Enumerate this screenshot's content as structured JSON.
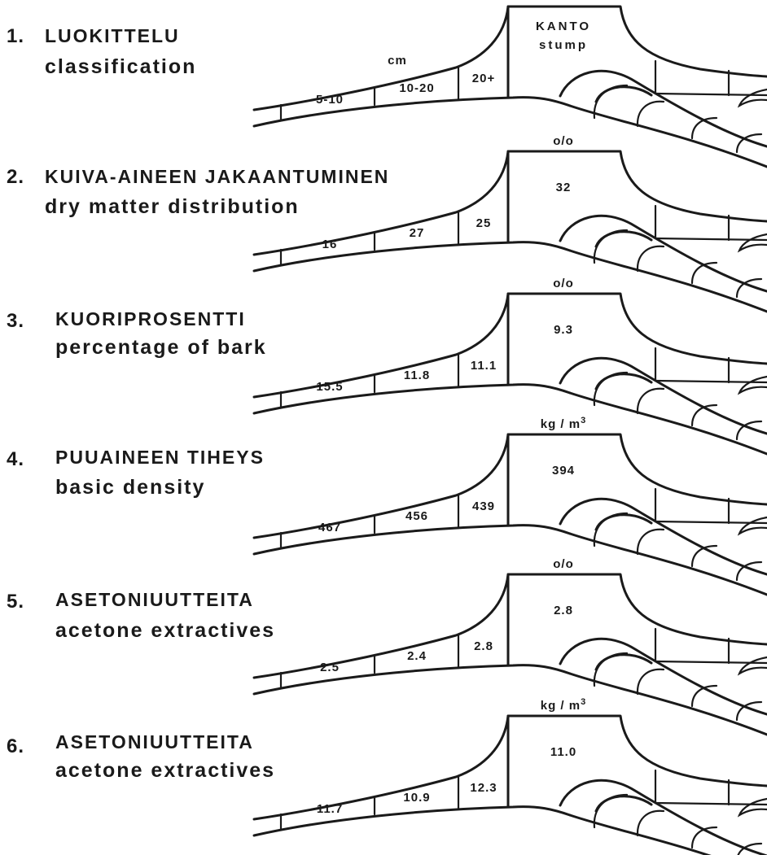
{
  "panels": [
    {
      "number": "1.",
      "title_fi": "LUOKITTELU",
      "title_en": "classification",
      "unit": "cm",
      "stump_label_fi": "KANTO",
      "stump_label_en": "stump",
      "values": [
        "5-10",
        "10-20",
        "20+"
      ]
    },
    {
      "number": "2.",
      "title_fi": "KUIVA-AINEEN JAKAANTUMINEN",
      "title_en": "dry matter distribution",
      "unit": "o/o",
      "stump_value": "32",
      "values": [
        "16",
        "27",
        "25"
      ]
    },
    {
      "number": "3.",
      "title_fi": "KUORIPROSENTTI",
      "title_en": "percentage of bark",
      "unit": "o/o",
      "stump_value": "9.3",
      "values": [
        "15.5",
        "11.8",
        "11.1"
      ]
    },
    {
      "number": "4.",
      "title_fi": "PUUAINEEN TIHEYS",
      "title_en": "basic density",
      "unit": "kg / m3",
      "stump_value": "394",
      "values": [
        "467",
        "456",
        "439"
      ]
    },
    {
      "number": "5.",
      "title_fi": "ASETONIUUTTEITA",
      "title_en": "acetone extractives",
      "unit": "o/o",
      "stump_value": "2.8",
      "values": [
        "2.5",
        "2.4",
        "2.8"
      ]
    },
    {
      "number": "6.",
      "title_fi": "ASETONIUUTTEITA",
      "title_en": "acetone extractives",
      "unit": "kg / m3",
      "stump_value": "11.0",
      "values": [
        "11.7",
        "10.9",
        "12.3"
      ]
    }
  ]
}
